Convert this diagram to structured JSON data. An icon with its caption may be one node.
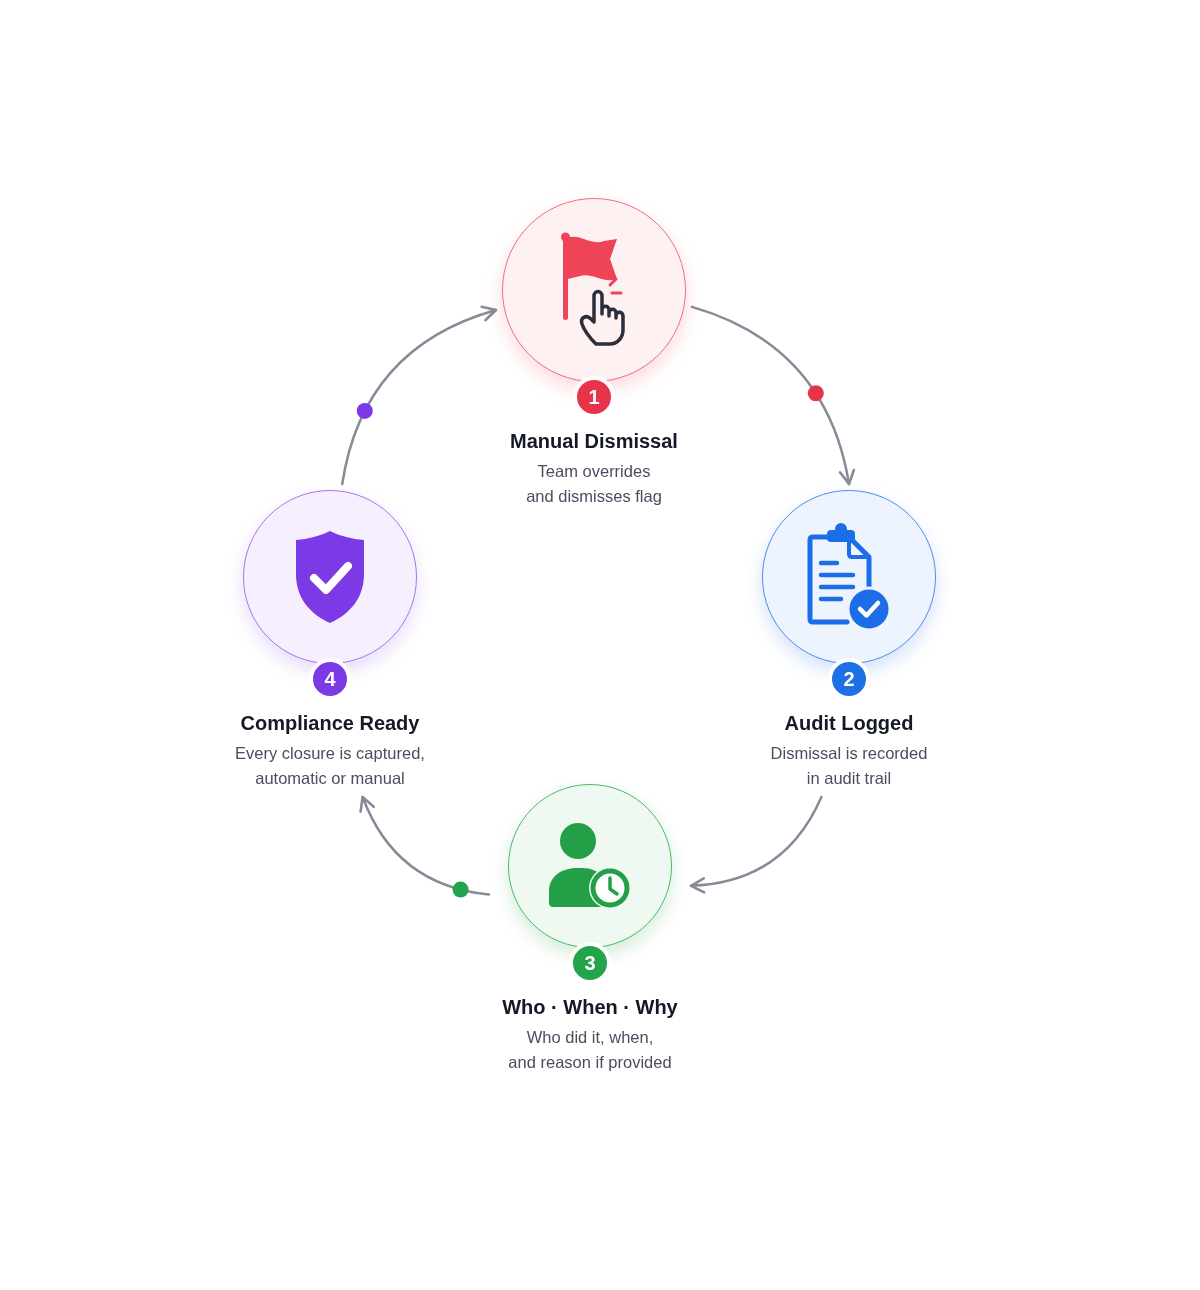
{
  "diagram": {
    "nodes": [
      {
        "text": [
          "1",
          "Manual Dismissal",
          "Team overrides and dismisses flag"
        ]
      },
      {
        "text": [
          "2",
          "Audit Logged",
          "Dismissal is recorded in audit trail"
        ]
      },
      {
        "text": [
          "3",
          "Who · When · Why",
          "Who did it, when, and reason if provided"
        ]
      },
      {
        "text": [
          "4",
          "Compliance Ready",
          "Every closure is captured, automatic or manual"
        ]
      }
    ],
    "edges": [
      {
        "from": 0,
        "to": 1,
        "arrow": "to"
      },
      {
        "from": 1,
        "to": 2,
        "arrow": "to"
      },
      {
        "from": 2,
        "to": 3,
        "arrow": "to"
      },
      {
        "from": 3,
        "to": 0,
        "arrow": "to"
      }
    ]
  }
}
